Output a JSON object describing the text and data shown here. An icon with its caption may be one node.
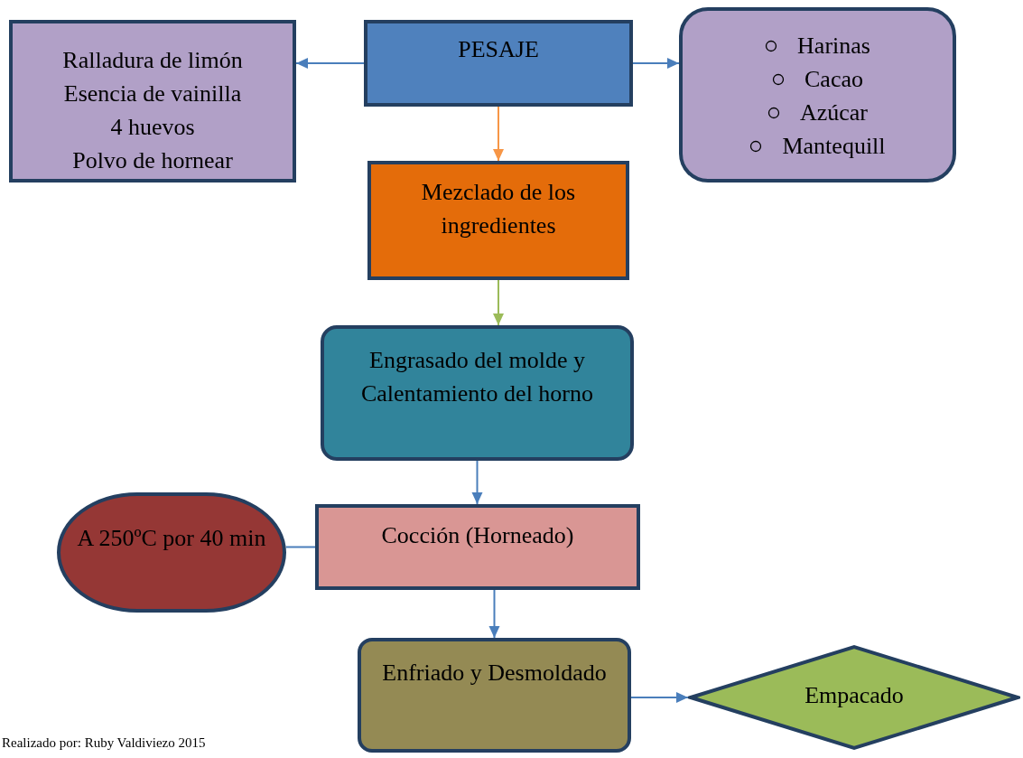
{
  "diagram": {
    "nodes": [
      {
        "text": [
          "Ralladura de limón",
          "Esencia de vainilla",
          "4 huevos",
          "Polvo de hornear"
        ]
      },
      {
        "text": [
          "PESAJE"
        ]
      },
      {
        "text": [
          "Harinas",
          "Cacao",
          "Azúcar",
          "Mantequill"
        ]
      },
      {
        "text": [
          "Mezclado de los ingredientes"
        ]
      },
      {
        "text": [
          "Engrasado del molde y Calentamiento del horno"
        ]
      },
      {
        "text": [
          "A 250ºC por 40 min"
        ]
      },
      {
        "text": [
          "Cocción (Horneado)"
        ]
      },
      {
        "text": [
          "Enfriado y Desmoldado"
        ]
      },
      {
        "text": [
          "Empacado"
        ]
      }
    ],
    "edges": [
      {
        "from": 1,
        "to": 0,
        "arrow": "to"
      },
      {
        "from": 1,
        "to": 2,
        "arrow": "to"
      },
      {
        "from": 1,
        "to": 3,
        "arrow": "to",
        "color": "#f79646"
      },
      {
        "from": 3,
        "to": 4,
        "arrow": "to",
        "color": "#9bbb59"
      },
      {
        "from": 4,
        "to": 6,
        "arrow": "to"
      },
      {
        "from": 5,
        "to": 6,
        "arrow": "none"
      },
      {
        "from": 6,
        "to": 7,
        "arrow": "to"
      },
      {
        "from": 7,
        "to": 8,
        "arrow": "to"
      }
    ],
    "labels": [
      "Realizado por: Ruby Valdiviezo 2015"
    ]
  }
}
